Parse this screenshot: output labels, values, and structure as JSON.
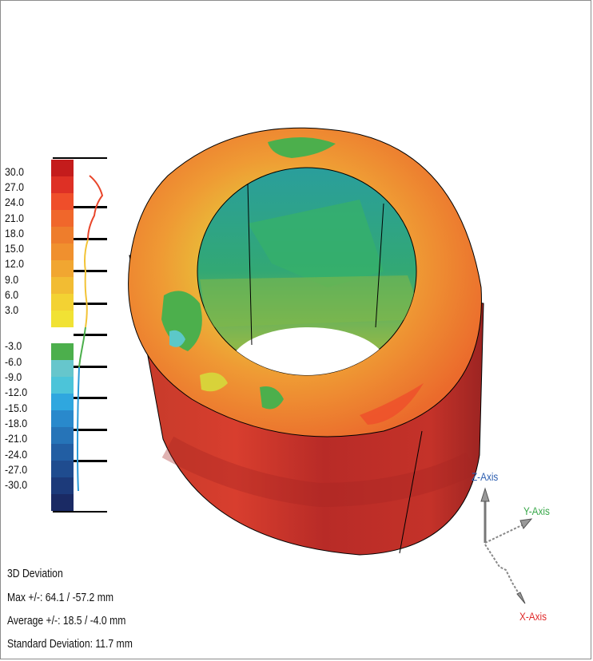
{
  "scale": {
    "labels": [
      "30.0",
      "27.0",
      "24.0",
      "21.0",
      "18.0",
      "15.0",
      "12.0",
      "9.0",
      "6.0",
      "3.0",
      "-3.0",
      "-6.0",
      "-9.0",
      "-12.0",
      "-15.0",
      "-18.0",
      "-21.0",
      "-24.0",
      "-27.0",
      "-30.0"
    ],
    "swatch_colors": [
      "#c41c1c",
      "#de3025",
      "#ef4e2a",
      "#f0672b",
      "#ee7d2c",
      "#f0902e",
      "#f1a631",
      "#f2bc33",
      "#f3d233",
      "#f1e234",
      "#ffffff",
      "#4caf4c",
      "#66c6cc",
      "#4cc4d9",
      "#2fa7df",
      "#2989cc",
      "#2674b8",
      "#225ea3",
      "#1f4c8f",
      "#1c3a7a",
      "#1a2a64"
    ],
    "histogram_color_top": "#e8452a",
    "histogram_color_mid": "#f2c336",
    "histogram_color_low": "#4caf4c",
    "histogram_color_bottom": "#2a9bd8"
  },
  "info": {
    "title": "3D Deviation",
    "max": "Max +/-: 64.1 / -57.2 mm",
    "average": "Average +/-: 18.5 / -4.0 mm",
    "std": "Standard Deviation: 11.7 mm"
  },
  "axes": {
    "z_label": "Z-Axis",
    "y_label": "Y-Axis",
    "x_label": "X-Axis",
    "z_color": "#2e5fb0",
    "y_color": "#39a84a",
    "x_color": "#e02b2b"
  },
  "part": {
    "outer_color": "#c7342c",
    "top_face_color": "#ee8a32",
    "inner_wall_color": "#2fa3a0"
  }
}
